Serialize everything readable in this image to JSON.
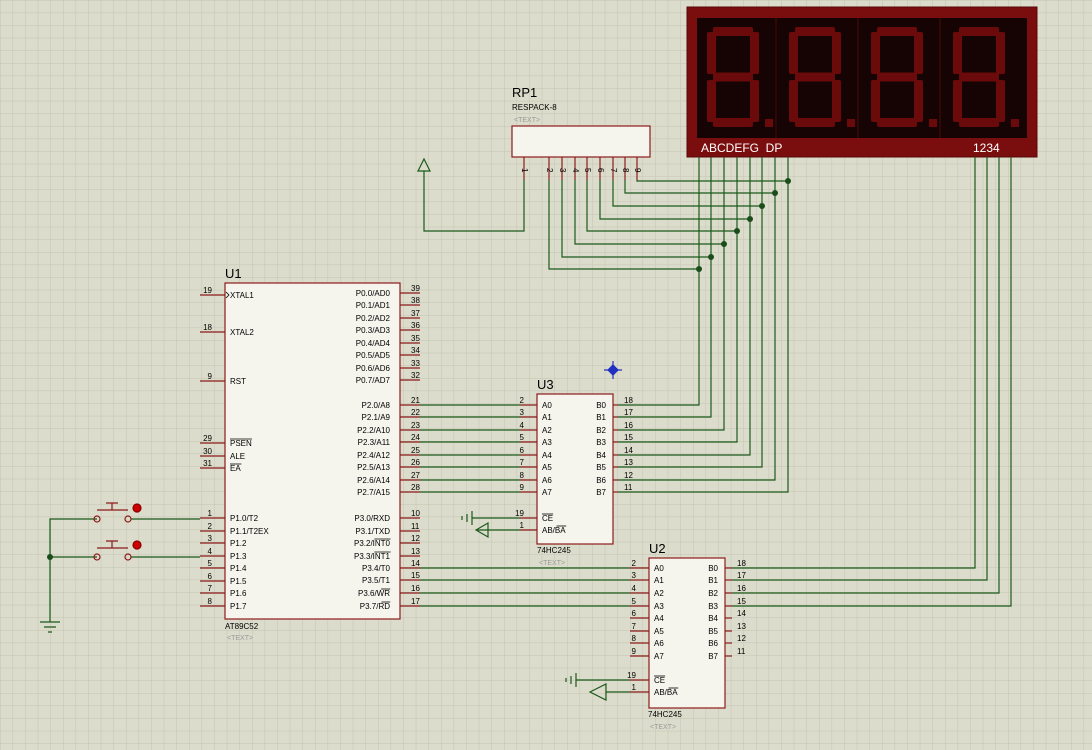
{
  "components": {
    "u1": {
      "ref": "U1",
      "value": "AT89C52",
      "text": "<TEXT>",
      "left_pins": [
        {
          "num": "19",
          "label": "XTAL1",
          "clock": true
        },
        {
          "num": "18",
          "label": "XTAL2"
        },
        {
          "num": "9",
          "label": "RST"
        },
        {
          "num": "29",
          "label": "PSEN",
          "overbar": true
        },
        {
          "num": "30",
          "label": "ALE"
        },
        {
          "num": "31",
          "label": "EA",
          "overbar": true
        },
        {
          "num": "1",
          "label": "P1.0/T2"
        },
        {
          "num": "2",
          "label": "P1.1/T2EX"
        },
        {
          "num": "3",
          "label": "P1.2"
        },
        {
          "num": "4",
          "label": "P1.3"
        },
        {
          "num": "5",
          "label": "P1.4"
        },
        {
          "num": "6",
          "label": "P1.5"
        },
        {
          "num": "7",
          "label": "P1.6"
        },
        {
          "num": "8",
          "label": "P1.7"
        }
      ],
      "right_pins": [
        {
          "num": "39",
          "label": "P0.0/AD0"
        },
        {
          "num": "38",
          "label": "P0.1/AD1"
        },
        {
          "num": "37",
          "label": "P0.2/AD2"
        },
        {
          "num": "36",
          "label": "P0.3/AD3"
        },
        {
          "num": "35",
          "label": "P0.4/AD4"
        },
        {
          "num": "34",
          "label": "P0.5/AD5"
        },
        {
          "num": "33",
          "label": "P0.6/AD6"
        },
        {
          "num": "32",
          "label": "P0.7/AD7"
        },
        {
          "num": "21",
          "label": "P2.0/A8"
        },
        {
          "num": "22",
          "label": "P2.1/A9"
        },
        {
          "num": "23",
          "label": "P2.2/A10"
        },
        {
          "num": "24",
          "label": "P2.3/A11"
        },
        {
          "num": "25",
          "label": "P2.4/A12"
        },
        {
          "num": "26",
          "label": "P2.5/A13"
        },
        {
          "num": "27",
          "label": "P2.6/A14"
        },
        {
          "num": "28",
          "label": "P2.7/A15"
        },
        {
          "num": "10",
          "label": "P3.0/RXD"
        },
        {
          "num": "11",
          "label": "P3.1/TXD"
        },
        {
          "num": "12",
          "label": "P3.2/INT0",
          "bar_from": 5
        },
        {
          "num": "13",
          "label": "P3.3/INT1",
          "bar_from": 5
        },
        {
          "num": "14",
          "label": "P3.4/T0"
        },
        {
          "num": "15",
          "label": "P3.5/T1"
        },
        {
          "num": "16",
          "label": "P3.6/WR",
          "bar_from": 5
        },
        {
          "num": "17",
          "label": "P3.7/RD",
          "bar_from": 5
        }
      ]
    },
    "u3": {
      "ref": "U3",
      "value": "74HC245",
      "text": "<TEXT>",
      "left_pins": [
        {
          "num": "2",
          "label": "A0"
        },
        {
          "num": "3",
          "label": "A1"
        },
        {
          "num": "4",
          "label": "A2"
        },
        {
          "num": "5",
          "label": "A3"
        },
        {
          "num": "6",
          "label": "A4"
        },
        {
          "num": "7",
          "label": "A5"
        },
        {
          "num": "8",
          "label": "A6"
        },
        {
          "num": "9",
          "label": "A7"
        },
        {
          "num": "19",
          "label": "CE",
          "overbar": true
        },
        {
          "num": "1",
          "label": "AB/BA",
          "bar_from": 3
        }
      ],
      "right_pins": [
        {
          "num": "18",
          "label": "B0"
        },
        {
          "num": "17",
          "label": "B1"
        },
        {
          "num": "16",
          "label": "B2"
        },
        {
          "num": "15",
          "label": "B3"
        },
        {
          "num": "14",
          "label": "B4"
        },
        {
          "num": "13",
          "label": "B5"
        },
        {
          "num": "12",
          "label": "B6"
        },
        {
          "num": "11",
          "label": "B7"
        }
      ]
    },
    "u2": {
      "ref": "U2",
      "value": "74HC245",
      "text": "<TEXT>",
      "left_pins": [
        {
          "num": "2",
          "label": "A0"
        },
        {
          "num": "3",
          "label": "A1"
        },
        {
          "num": "4",
          "label": "A2"
        },
        {
          "num": "5",
          "label": "A3"
        },
        {
          "num": "6",
          "label": "A4"
        },
        {
          "num": "7",
          "label": "A5"
        },
        {
          "num": "8",
          "label": "A6"
        },
        {
          "num": "9",
          "label": "A7"
        },
        {
          "num": "19",
          "label": "CE",
          "overbar": true
        },
        {
          "num": "1",
          "label": "AB/BA",
          "bar_from": 3
        }
      ],
      "right_pins": [
        {
          "num": "18",
          "label": "B0"
        },
        {
          "num": "17",
          "label": "B1"
        },
        {
          "num": "16",
          "label": "B2"
        },
        {
          "num": "15",
          "label": "B3"
        },
        {
          "num": "14",
          "label": "B4"
        },
        {
          "num": "13",
          "label": "B5"
        },
        {
          "num": "12",
          "label": "B6"
        },
        {
          "num": "11",
          "label": "B7"
        }
      ]
    },
    "rp1": {
      "ref": "RP1",
      "value": "RESPACK-8",
      "text": "<TEXT>",
      "pins": [
        "1",
        "2",
        "3",
        "4",
        "5",
        "6",
        "7",
        "8",
        "9"
      ]
    },
    "display": {
      "segment_label": "ABCDEFG  DP",
      "digit_label": "1234",
      "digit_count": 4
    }
  },
  "colors": {
    "background": "#dcdccc",
    "grid": "#c4c4b2",
    "component_fill": "#f5f5ee",
    "outline": "#8c1a1a",
    "wire": "#1a5a1a",
    "junction": "#1a4d1a",
    "button_dot": "#cc0000",
    "display_frame": "#7a0e0e",
    "display_bg": "#160404",
    "segment_off": "#6a0a0a",
    "marker": "#2030c0"
  }
}
